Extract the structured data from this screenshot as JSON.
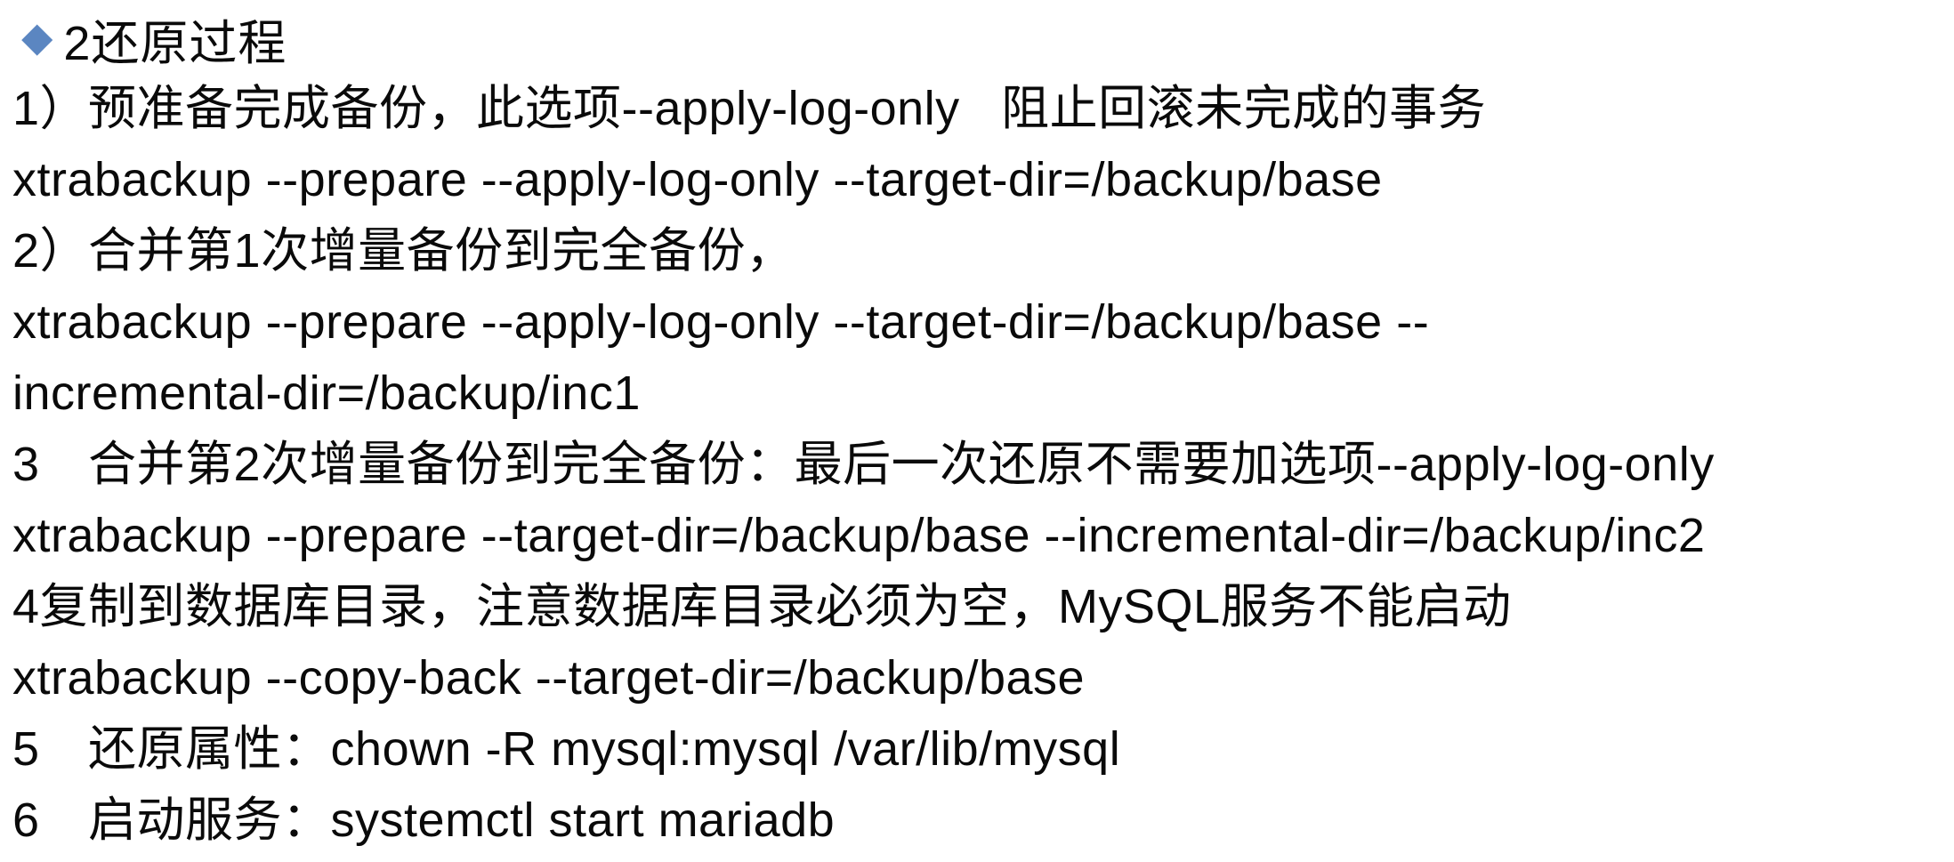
{
  "page": {
    "background_color": "#ffffff",
    "text_color": "#0a0a0a"
  },
  "slide": {
    "title": {
      "bullet_icon": "diamond-icon",
      "bullet_color": "#5b86c1",
      "text": "2还原过程"
    },
    "lines": [
      {
        "text": "1）预准备完成备份，此选项--apply-log-only   阻止回滚未完成的事务"
      },
      {
        "text": "xtrabackup --prepare --apply-log-only --target-dir=/backup/base"
      },
      {
        "text": "2）合并第1次增量备份到完全备份，"
      },
      {
        "text": "xtrabackup --prepare --apply-log-only --target-dir=/backup/base --"
      },
      {
        "text": "incremental-dir=/backup/inc1"
      },
      {
        "text": "3　合并第2次增量备份到完全备份：最后一次还原不需要加选项--apply-log-only"
      },
      {
        "text": "xtrabackup --prepare --target-dir=/backup/base --incremental-dir=/backup/inc2"
      },
      {
        "text": "4复制到数据库目录，注意数据库目录必须为空，MySQL服务不能启动"
      },
      {
        "text": "xtrabackup --copy-back --target-dir=/backup/base"
      },
      {
        "text": "5　还原属性：chown -R mysql:mysql /var/lib/mysql"
      },
      {
        "text": "6　启动服务：systemctl start mariadb"
      }
    ]
  }
}
